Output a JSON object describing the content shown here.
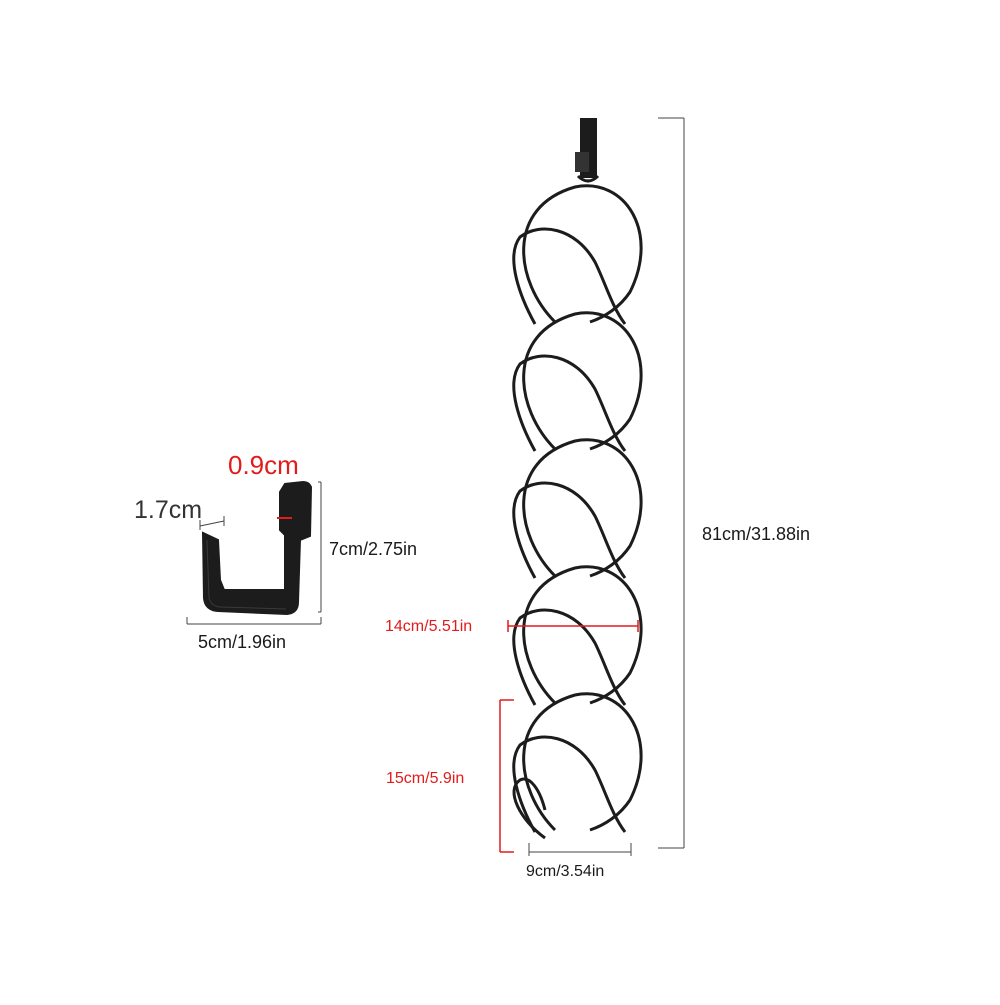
{
  "colors": {
    "product": "#1c1c1c",
    "dimension_line": "#444444",
    "highlight": "#e21b1b",
    "background": "#ffffff"
  },
  "hook_detail": {
    "thickness": "0.9cm",
    "lip_width": "1.7cm",
    "height": "7cm/2.75in",
    "width": "5cm/1.96in"
  },
  "rack": {
    "loop_count": 5,
    "total_length": "81cm/31.88in",
    "loop_width": "14cm/5.51in",
    "loop_height": "15cm/5.9in",
    "base_width": "9cm/3.54in"
  }
}
